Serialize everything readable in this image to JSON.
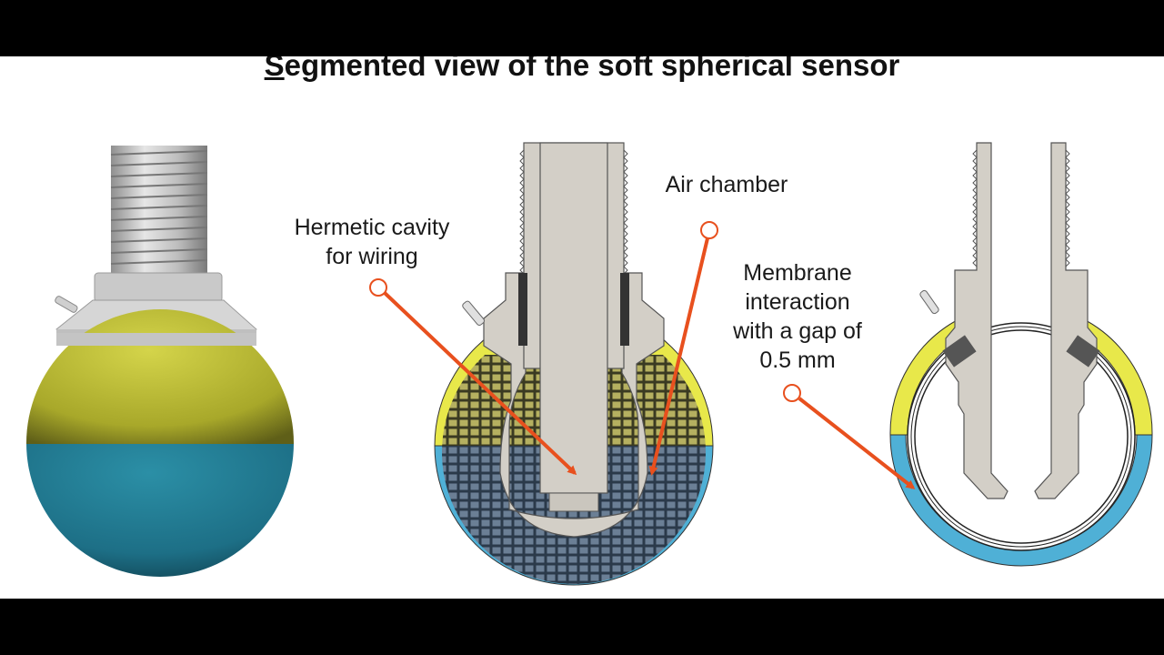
{
  "title": {
    "first_letter": "S",
    "rest": "egmented view of the soft spherical sensor"
  },
  "labels": {
    "hermetic_line1": "Hermetic cavity",
    "hermetic_line2": "for wiring",
    "air_chamber": "Air chamber",
    "membrane_line1": "Membrane",
    "membrane_line2": "interaction",
    "membrane_line3": "with a gap of",
    "membrane_line4": "0.5 mm"
  },
  "colors": {
    "background": "#ffffff",
    "frame": "#000000",
    "arrow": "#e8501e",
    "yellow_shell": "#e8e84a",
    "blue_shell": "#4fb0d6",
    "metal": "#d3cfc7",
    "dark_grid": "#1d2b3a"
  }
}
